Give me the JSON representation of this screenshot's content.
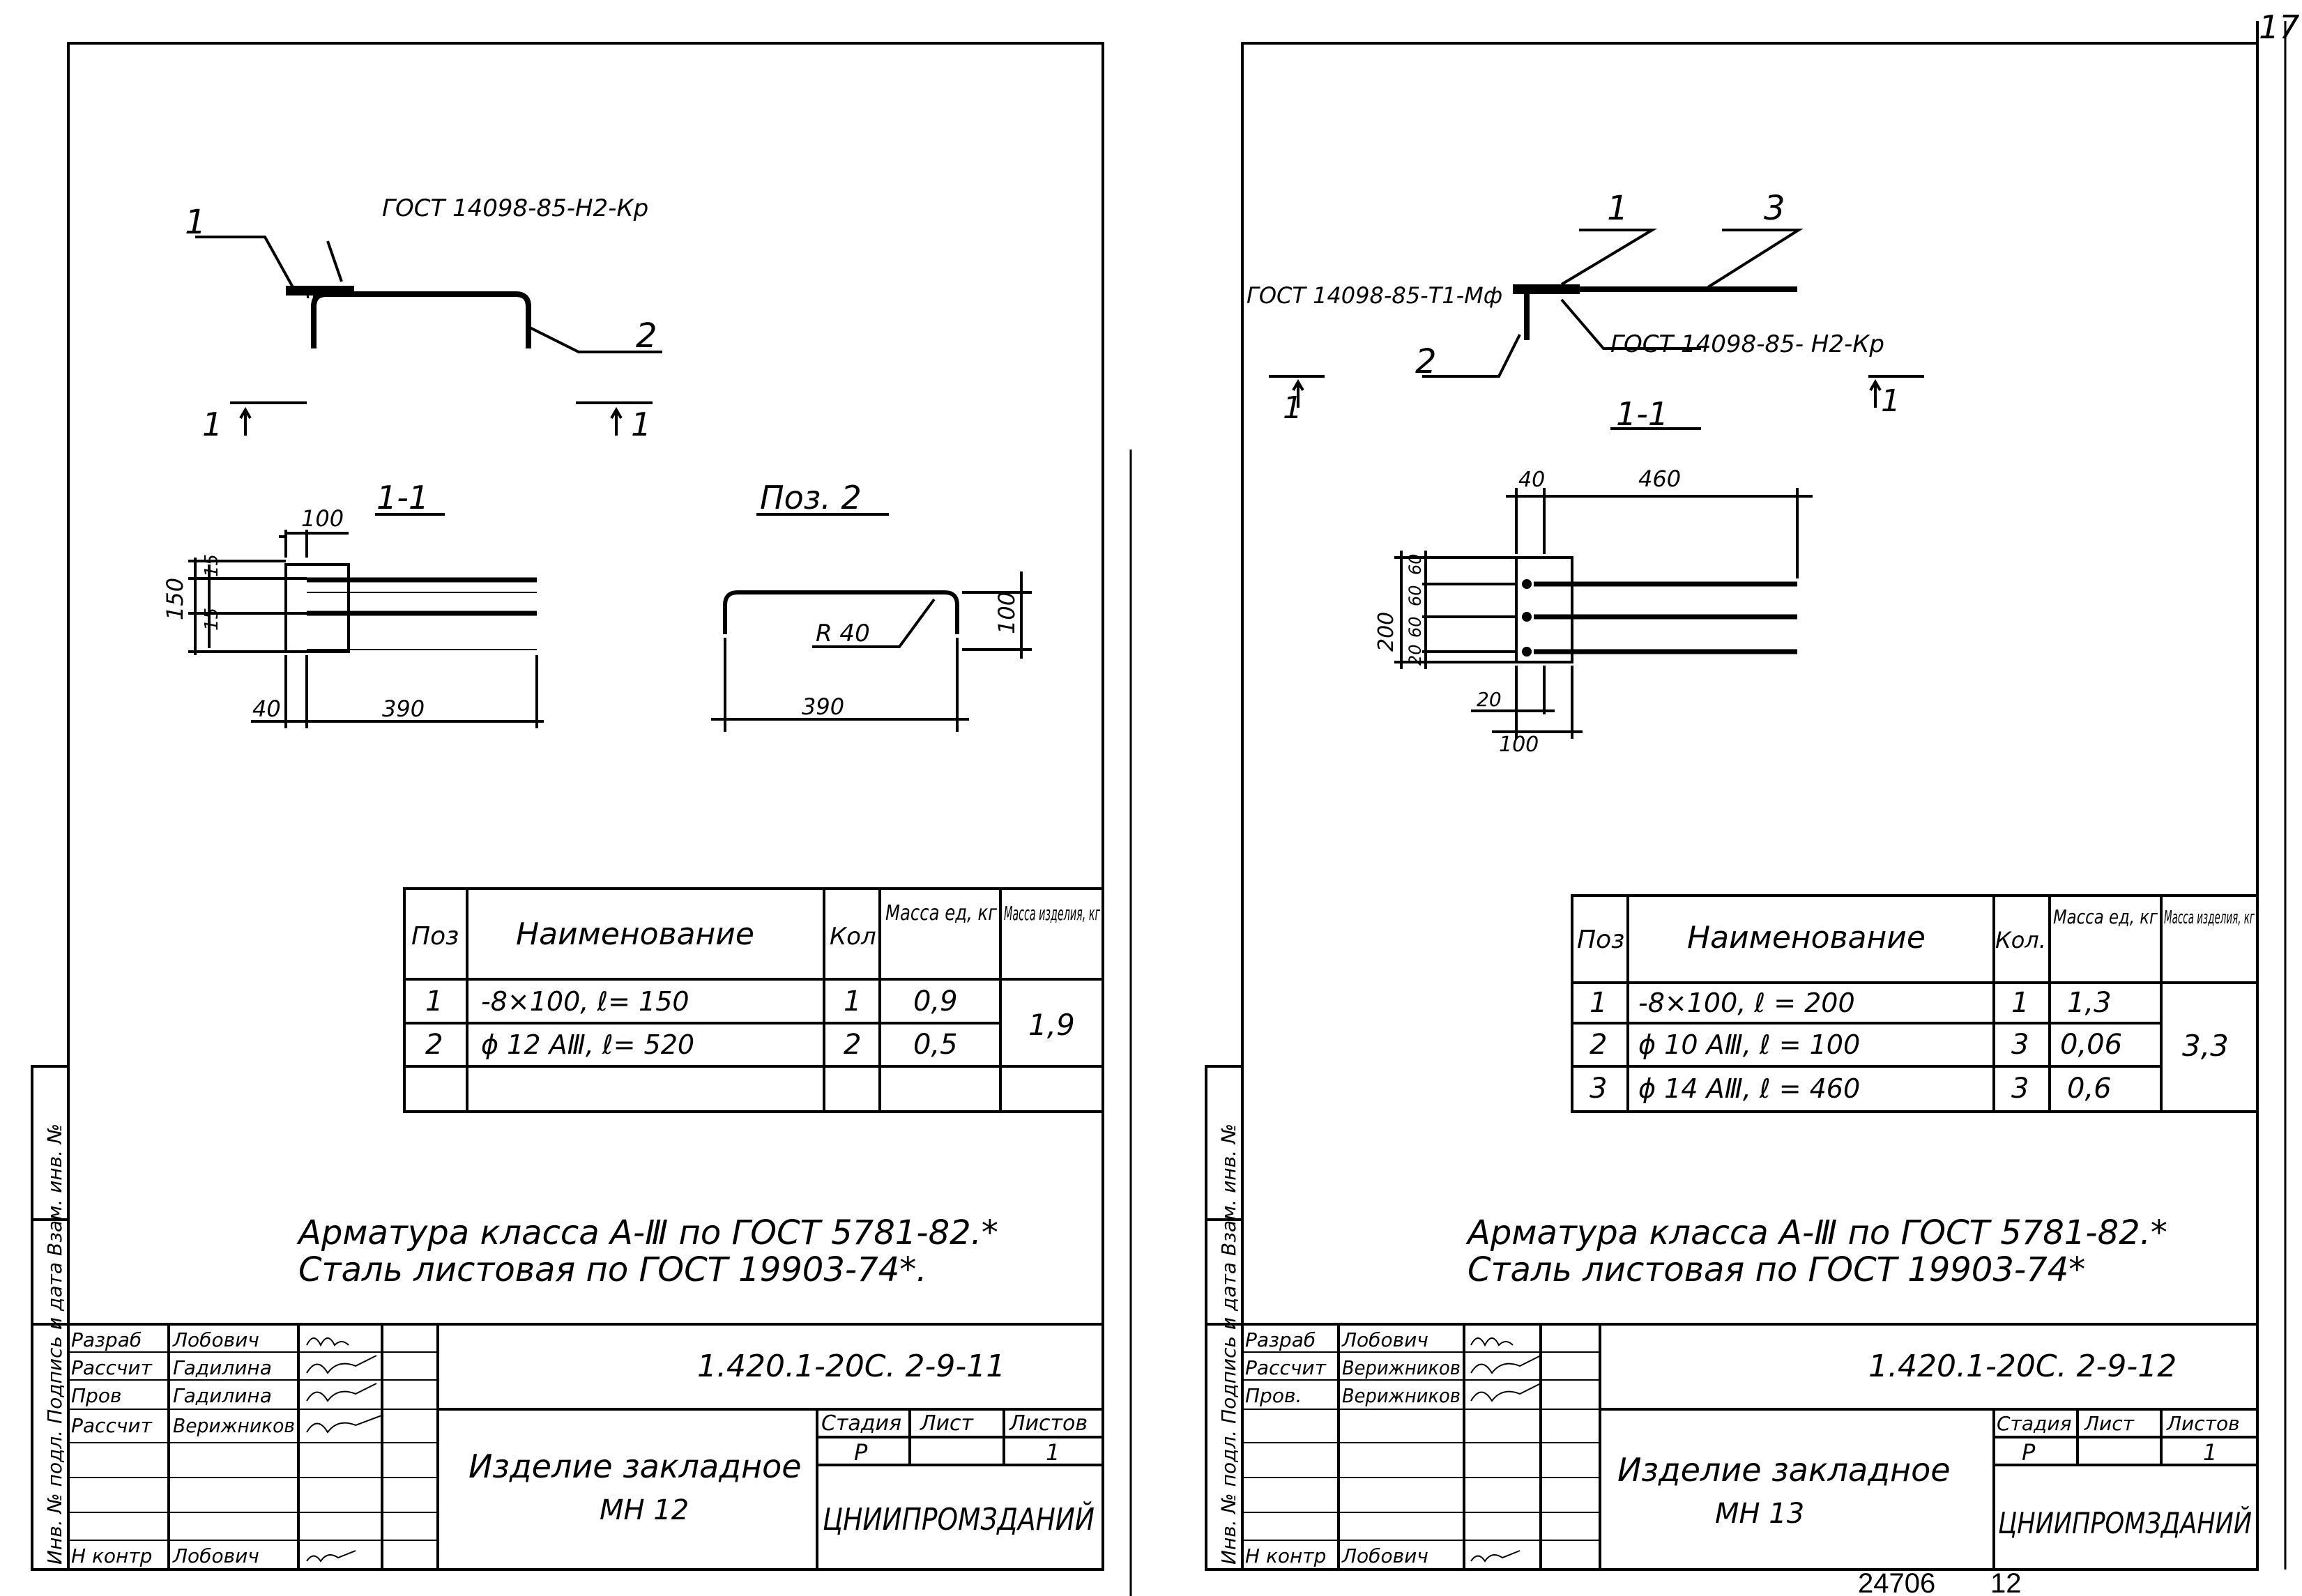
{
  "page_corner_mark": "17",
  "sheet_left": {
    "callout_1": "1",
    "callout_2": "2",
    "weld_note": "ГОСТ 14098-85-Н2-Кр",
    "section_marks": [
      "1",
      "1"
    ],
    "section_title": "1-1",
    "pos_title": "Поз. 2",
    "dims": {
      "d100": "100",
      "d150": "150",
      "d15a": "15",
      "d15b": "15",
      "d40": "40",
      "d390": "390",
      "radius": "R 40",
      "pos_h100": "100",
      "pos_w390": "390"
    },
    "spec_table": {
      "headers": {
        "pos": "Поз",
        "name": "Наименование",
        "qty": "Кол",
        "mass_unit": "Масса ед, кг",
        "mass_item": "Масса изделия, кг"
      },
      "rows": [
        {
          "pos": "1",
          "name": "-8×100,  ℓ= 150",
          "qty": "1",
          "mass": "0,9"
        },
        {
          "pos": "2",
          "name": "ϕ 12 АⅢ,  ℓ= 520",
          "qty": "2",
          "mass": "0,5"
        },
        {
          "pos": "",
          "name": "",
          "qty": "",
          "mass": ""
        }
      ],
      "total_mass": "1,9"
    },
    "notes": [
      "Арматура класса А-Ⅲ по ГОСТ 5781-82.*",
      "Сталь листовая по ГОСТ 19903-74*."
    ],
    "title_block": {
      "doc_code": "1.420.1-20С. 2-9-11",
      "item_name_1": "Изделие закладное",
      "item_name_2": "МН 12",
      "stage_label": "Стадия",
      "sheet_label": "Лист",
      "sheets_label": "Листов",
      "stage_value": "Р",
      "sheets_value": "1",
      "org": "ЦНИИПРОМЗДАНИЙ",
      "signers": [
        {
          "role": "Разраб",
          "name": "Лобович"
        },
        {
          "role": "Рассчит",
          "name": "Гадилина"
        },
        {
          "role": "Пров",
          "name": "Гадилина"
        },
        {
          "role": "Рассчит",
          "name": "Верижников"
        },
        {
          "role": "",
          "name": ""
        },
        {
          "role": "",
          "name": ""
        },
        {
          "role": "Н контр",
          "name": "Лобович"
        }
      ]
    },
    "side_strip": "Инв. № подл.  Подпись и дата  Взам. инв. №"
  },
  "sheet_right": {
    "callout_1": "1",
    "callout_2": "2",
    "callout_3": "3",
    "weld_note_top": "ГОСТ 14098-85-Т1-Мф",
    "weld_note_bottom": "ГОСТ 14098-85- Н2-Кр",
    "section_marks": [
      "1",
      "1"
    ],
    "section_title": "1-1",
    "dims": {
      "d40": "40",
      "d460": "460",
      "d200": "200",
      "d20a": "20",
      "d60a": "60",
      "d60b": "60",
      "d60c": "60",
      "d20b": "20",
      "d100": "100"
    },
    "spec_table": {
      "headers": {
        "pos": "Поз",
        "name": "Наименование",
        "qty": "Кол.",
        "mass_unit": "Масса ед, кг",
        "mass_item": "Масса изделия, кг"
      },
      "rows": [
        {
          "pos": "1",
          "name": "-8×100,  ℓ = 200",
          "qty": "1",
          "mass": "1,3"
        },
        {
          "pos": "2",
          "name": "ϕ 10 АⅢ,  ℓ = 100",
          "qty": "3",
          "mass": "0,06"
        },
        {
          "pos": "3",
          "name": "ϕ 14 АⅢ,  ℓ = 460",
          "qty": "3",
          "mass": "0,6"
        }
      ],
      "total_mass": "3,3"
    },
    "notes": [
      "Арматура класса А-Ⅲ по ГОСТ 5781-82.*",
      "Сталь листовая по ГОСТ 19903-74*"
    ],
    "title_block": {
      "doc_code": "1.420.1-20С. 2-9-12",
      "item_name_1": "Изделие закладное",
      "item_name_2": "МН 13",
      "stage_label": "Стадия",
      "sheet_label": "Лист",
      "sheets_label": "Листов",
      "stage_value": "Р",
      "sheets_value": "1",
      "org": "ЦНИИПРОМЗДАНИЙ",
      "signers": [
        {
          "role": "Разраб",
          "name": "Лобович"
        },
        {
          "role": "Рассчит",
          "name": "Верижников"
        },
        {
          "role": "Пров.",
          "name": "Верижников"
        },
        {
          "role": "",
          "name": ""
        },
        {
          "role": "",
          "name": ""
        },
        {
          "role": "",
          "name": ""
        },
        {
          "role": "Н контр",
          "name": "Лобович"
        }
      ]
    },
    "side_strip": "Инв. № подл.  Подпись и дата  Взам. инв. №",
    "archive_number": "24706",
    "page_number": "12"
  }
}
